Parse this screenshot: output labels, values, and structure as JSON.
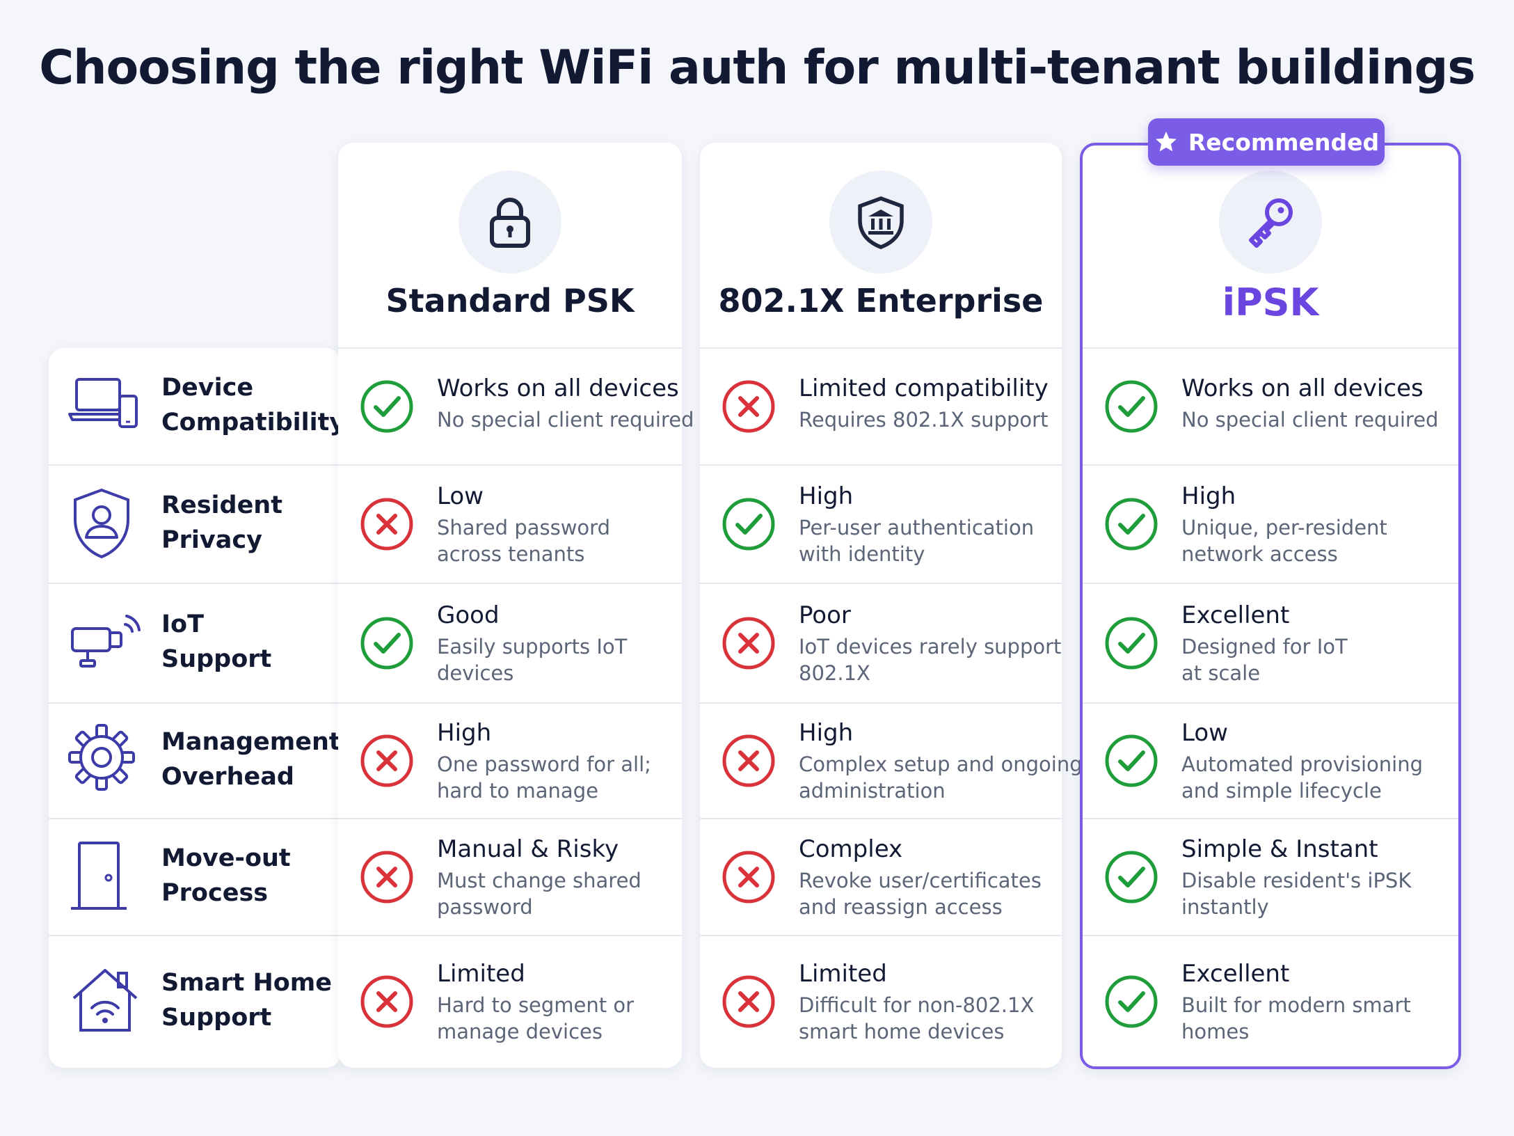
{
  "title": "Choosing the right WiFi auth for multi-tenant buildings",
  "badge": {
    "label": "Recommended",
    "icon": "star-icon"
  },
  "columns": [
    {
      "name": "Standard PSK",
      "icon": "padlock-icon"
    },
    {
      "name": "802.1X Enterprise",
      "icon": "shield-bank-icon"
    },
    {
      "name": "iPSK",
      "icon": "key-icon"
    }
  ],
  "criteria": [
    {
      "line1": "Device",
      "line2": "Compatibility",
      "icon": "laptop-phone-icon"
    },
    {
      "line1": "Resident",
      "line2": "Privacy",
      "icon": "shield-user-icon"
    },
    {
      "line1": "IoT",
      "line2": "Support",
      "icon": "iot-camera-icon"
    },
    {
      "line1": "Management",
      "line2": "Overhead",
      "icon": "gear-icon"
    },
    {
      "line1": "Move-out",
      "line2": "Process",
      "icon": "door-icon"
    },
    {
      "line1": "Smart Home",
      "line2": "Support",
      "icon": "smart-home-icon"
    }
  ],
  "cells": [
    [
      {
        "status": "check",
        "title": "Works on all devices",
        "desc": [
          "No special client required"
        ]
      },
      {
        "status": "cross",
        "title": "Limited compatibility",
        "desc": [
          "Requires 802.1X support"
        ]
      },
      {
        "status": "check",
        "title": "Works on all devices",
        "desc": [
          "No special client required"
        ]
      }
    ],
    [
      {
        "status": "cross",
        "title": "Low",
        "desc": [
          "Shared password",
          "across tenants"
        ]
      },
      {
        "status": "check",
        "title": "High",
        "desc": [
          "Per-user authentication",
          "with identity"
        ]
      },
      {
        "status": "check",
        "title": "High",
        "desc": [
          "Unique, per-resident",
          "network access"
        ]
      }
    ],
    [
      {
        "status": "check",
        "title": "Good",
        "desc": [
          "Easily supports IoT",
          "devices"
        ]
      },
      {
        "status": "cross",
        "title": "Poor",
        "desc": [
          "IoT devices rarely support",
          "802.1X"
        ]
      },
      {
        "status": "check",
        "title": "Excellent",
        "desc": [
          "Designed for IoT",
          "at scale"
        ]
      }
    ],
    [
      {
        "status": "cross",
        "title": "High",
        "desc": [
          "One password for all;",
          "hard to manage"
        ]
      },
      {
        "status": "cross",
        "title": "High",
        "desc": [
          "Complex setup and ongoing",
          "administration"
        ]
      },
      {
        "status": "check",
        "title": "Low",
        "desc": [
          "Automated provisioning",
          "and simple lifecycle"
        ]
      }
    ],
    [
      {
        "status": "cross",
        "title": "Manual & Risky",
        "desc": [
          "Must change shared",
          "password"
        ]
      },
      {
        "status": "cross",
        "title": "Complex",
        "desc": [
          "Revoke user/certificates",
          "and reassign access"
        ]
      },
      {
        "status": "check",
        "title": "Simple & Instant",
        "desc": [
          "Disable resident's iPSK",
          "instantly"
        ]
      }
    ],
    [
      {
        "status": "cross",
        "title": "Limited",
        "desc": [
          "Hard to segment or",
          "manage devices"
        ]
      },
      {
        "status": "cross",
        "title": "Limited",
        "desc": [
          "Difficult for non-802.1X",
          "smart home devices"
        ]
      },
      {
        "status": "check",
        "title": "Excellent",
        "desc": [
          "Built for modern smart",
          "homes"
        ]
      }
    ]
  ],
  "colors": {
    "accent": "#7b5ce6",
    "check": "#1f9d3a",
    "cross": "#d9323a",
    "icon": "#3d3ba8"
  }
}
